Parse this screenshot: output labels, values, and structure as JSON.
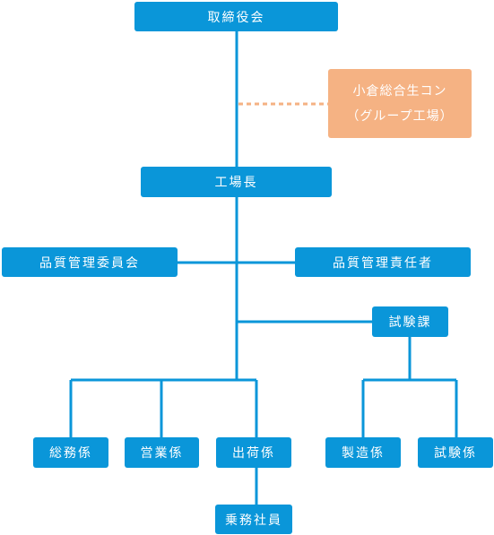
{
  "org_chart": {
    "board": "取締役会",
    "advisor": {
      "line1": "小倉総合生コン",
      "line2": "（グループ工場）"
    },
    "plant_manager": "工場長",
    "qc_committee": "品質管理委員会",
    "qc_manager": "品質管理責任者",
    "testing_section": "試験課",
    "general_affairs": "総務係",
    "sales": "営業係",
    "shipping": "出荷係",
    "manufacturing": "製造係",
    "testing": "試験係",
    "drivers": "乗務社員"
  },
  "colors": {
    "node": "#0a96d9",
    "advisor": "#f5b283",
    "line": "#0a96d9",
    "dotted_line": "#f5b283",
    "text": "#ffffff"
  }
}
